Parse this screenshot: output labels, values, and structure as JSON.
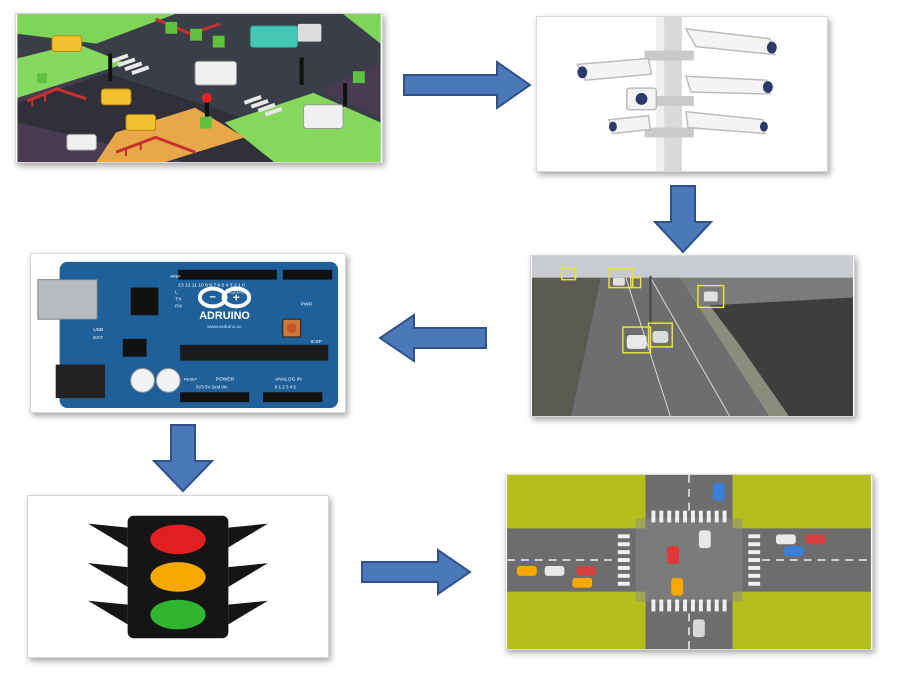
{
  "colors": {
    "arrow_fill": "#4a78b8",
    "arrow_stroke": "#2f5389",
    "board_blue": "#1f5f9a",
    "detect_box": "#e8e23a",
    "signal_red": "#e02020",
    "signal_amber": "#f5a800",
    "signal_green": "#2fb52f",
    "grass": "#b5be1c",
    "road": "#6d6d6d"
  },
  "board": {
    "brand": "ADRUINO",
    "site": "www.arduino.cc",
    "digital": "DIGITAL",
    "power": "POWER",
    "analog": "ANALOG IN",
    "pwr": "PWR",
    "icsp": "ICSP",
    "usb": "USB",
    "ext": "EXT",
    "tx": "TX",
    "rx": "RX",
    "l": "L",
    "aref": "AREF",
    "reset": "RESET",
    "power_pins": "3V3 5V Gnd Vin",
    "analog_pins": "0 1 2 3 4 5",
    "digital_pins": "13 12 11 10 9 8   7 6 5 4 3 2 1 0"
  },
  "icons": {
    "city": "voxel-city-intersection-icon",
    "cameras": "cctv-camera-pole-icon",
    "detection": "vehicle-detection-icon",
    "controller": "arduino-board-icon",
    "signal": "traffic-light-icon",
    "junction": "controlled-intersection-icon"
  }
}
